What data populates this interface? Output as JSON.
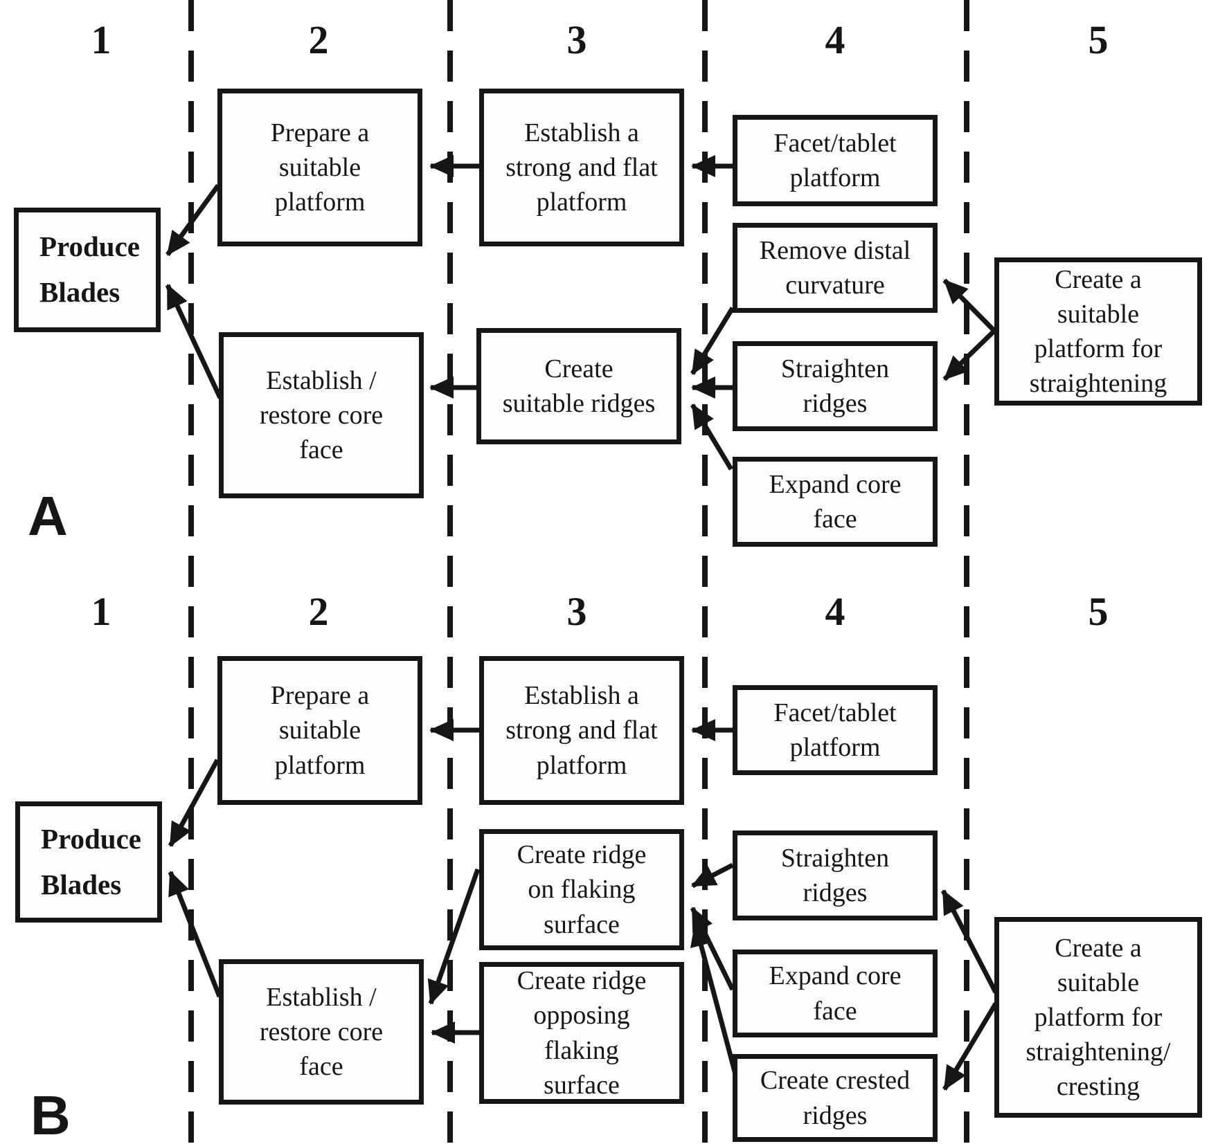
{
  "page": {
    "background_color": "#ffffff",
    "ink_color": "#161616"
  },
  "diagram_a": {
    "section_label": "A",
    "column_headers": [
      "1",
      "2",
      "3",
      "4",
      "5"
    ],
    "nodes": {
      "produce_blades": "Produce\nBlades",
      "prepare_platform": "Prepare a\nsuitable\nplatform",
      "establish_flat_platform": "Establish a\nstrong and flat\nplatform",
      "facet_tablet_platform": "Facet/tablet\nplatform",
      "remove_distal_curvature": "Remove distal\ncurvature",
      "straighten_ridges": "Straighten\nridges",
      "expand_core_face": "Expand core\nface",
      "create_suitable_ridges": "Create\nsuitable ridges",
      "establish_restore_core_face": "Establish /\nrestore core\nface",
      "create_platform_straightening": "Create a\nsuitable\nplatform for\nstraightening"
    },
    "edges": [
      {
        "from": "facet_tablet_platform",
        "to": "establish_flat_platform"
      },
      {
        "from": "establish_flat_platform",
        "to": "prepare_platform"
      },
      {
        "from": "prepare_platform",
        "to": "produce_blades"
      },
      {
        "from": "establish_restore_core_face",
        "to": "produce_blades"
      },
      {
        "from": "remove_distal_curvature",
        "to": "create_suitable_ridges"
      },
      {
        "from": "straighten_ridges",
        "to": "create_suitable_ridges"
      },
      {
        "from": "expand_core_face",
        "to": "create_suitable_ridges"
      },
      {
        "from": "create_suitable_ridges",
        "to": "establish_restore_core_face"
      },
      {
        "from": "create_platform_straightening",
        "to": "remove_distal_curvature"
      },
      {
        "from": "create_platform_straightening",
        "to": "straighten_ridges"
      }
    ]
  },
  "diagram_b": {
    "section_label": "B",
    "column_headers": [
      "1",
      "2",
      "3",
      "4",
      "5"
    ],
    "nodes": {
      "produce_blades": "Produce\nBlades",
      "prepare_platform": "Prepare a\nsuitable\nplatform",
      "establish_flat_platform": "Establish a\nstrong and flat\nplatform",
      "facet_tablet_platform": "Facet/tablet\nplatform",
      "straighten_ridges": "Straighten\nridges",
      "expand_core_face": "Expand core\nface",
      "create_crested_ridges": "Create crested\nridges",
      "create_ridge_on_flaking": "Create ridge\non flaking\nsurface",
      "create_ridge_opposing": "Create ridge\nopposing\nflaking\nsurface",
      "establish_restore_core_face": "Establish /\nrestore core\nface",
      "create_platform_straightening_cresting": "Create a\nsuitable\nplatform for\nstraightening/\ncresting"
    },
    "edges": [
      {
        "from": "facet_tablet_platform",
        "to": "establish_flat_platform"
      },
      {
        "from": "establish_flat_platform",
        "to": "prepare_platform"
      },
      {
        "from": "prepare_platform",
        "to": "produce_blades"
      },
      {
        "from": "establish_restore_core_face",
        "to": "produce_blades"
      },
      {
        "from": "straighten_ridges",
        "to": "create_ridge_on_flaking"
      },
      {
        "from": "expand_core_face",
        "to": "create_ridge_on_flaking"
      },
      {
        "from": "create_crested_ridges",
        "to": "create_ridge_on_flaking"
      },
      {
        "from": "create_ridge_on_flaking",
        "to": "establish_restore_core_face"
      },
      {
        "from": "create_ridge_opposing",
        "to": "establish_restore_core_face"
      },
      {
        "from": "create_platform_straightening_cresting",
        "to": "straighten_ridges"
      },
      {
        "from": "create_platform_straightening_cresting",
        "to": "create_crested_ridges"
      }
    ]
  }
}
